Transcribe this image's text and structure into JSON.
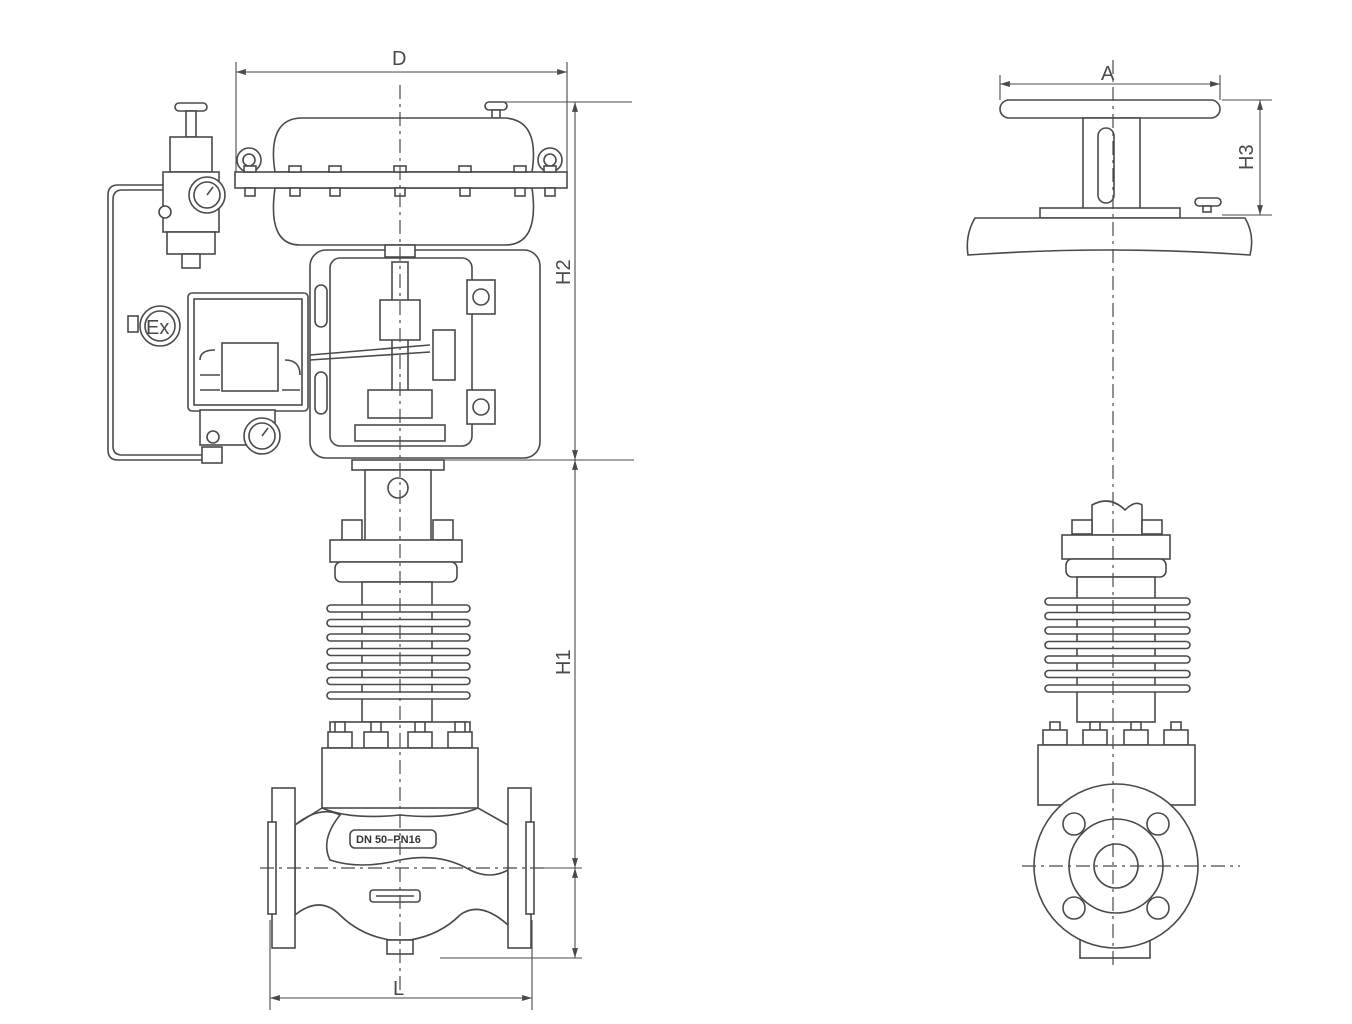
{
  "dimensions": {
    "D": "D",
    "A": "A",
    "H1": "H1",
    "H2": "H2",
    "H3": "H3",
    "L": "L"
  },
  "nameplate": "DN 50–PN16",
  "ex_mark": "Ex",
  "colors": {
    "line": "#4a4a4a",
    "background": "#ffffff"
  }
}
